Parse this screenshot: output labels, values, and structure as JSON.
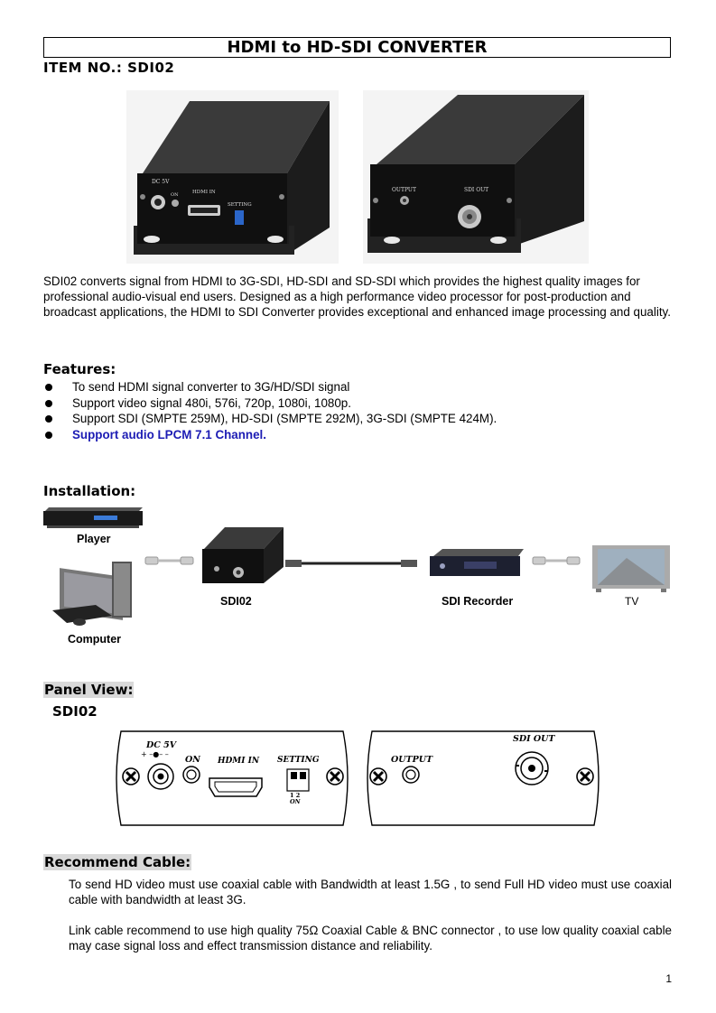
{
  "title": "HDMI to HD-SDI CONVERTER",
  "item_no": "ITEM NO.:  SDI02",
  "product_photos": {
    "left_labels": {
      "dc": "DC 5V",
      "on": "ON",
      "hdmi": "HDMI IN",
      "setting": "SETTING"
    },
    "right_labels": {
      "output": "OUTPUT",
      "sdi": "SDI OUT"
    }
  },
  "intro": "SDI02 converts signal from HDMI to 3G-SDI, HD-SDI and SD-SDI which provides the highest quality images for professional audio-visual end users. Designed as a high performance video processor for post-production and broadcast applications, the HDMI to SDI Converter provides exceptional and enhanced image processing and quality.",
  "features": {
    "heading": "Features:",
    "items": [
      "To send HDMI signal converter to 3G/HD/SDI signal",
      "Support video signal 480i, 576i, 720p, 1080i, 1080p.",
      "Support SDI (SMPTE 259M), HD-SDI (SMPTE 292M), 3G-SDI (SMPTE 424M).",
      "Support audio LPCM 7.1 Channel."
    ]
  },
  "installation": {
    "heading": "Installation:",
    "labels": {
      "player": "Player",
      "computer": "Computer",
      "sdi02": "SDI02",
      "recorder": "SDI Recorder",
      "tv": "TV"
    }
  },
  "panel_view": {
    "heading": "Panel View:",
    "model": "SDI02",
    "left_panel": {
      "dc": "DC 5V",
      "plusminus": "+ –●– –",
      "on": "ON",
      "hdmi": "HDMI IN",
      "setting": "SETTING",
      "switch_nums": "1  2",
      "switch_on": "ON"
    },
    "right_panel": {
      "output": "OUTPUT",
      "sdi": "SDI OUT"
    }
  },
  "recommend": {
    "heading": "Recommend Cable:",
    "p1": "To send HD video must use coaxial cable with Bandwidth at least 1.5G , to send Full HD video must use coaxial cable with bandwidth at least 3G.",
    "p2": "Link cable recommend to use high quality 75Ω Coaxial Cable & BNC connector , to use low quality coaxial cable may case signal loss and effect transmission distance and reliability."
  },
  "page_number": "1"
}
